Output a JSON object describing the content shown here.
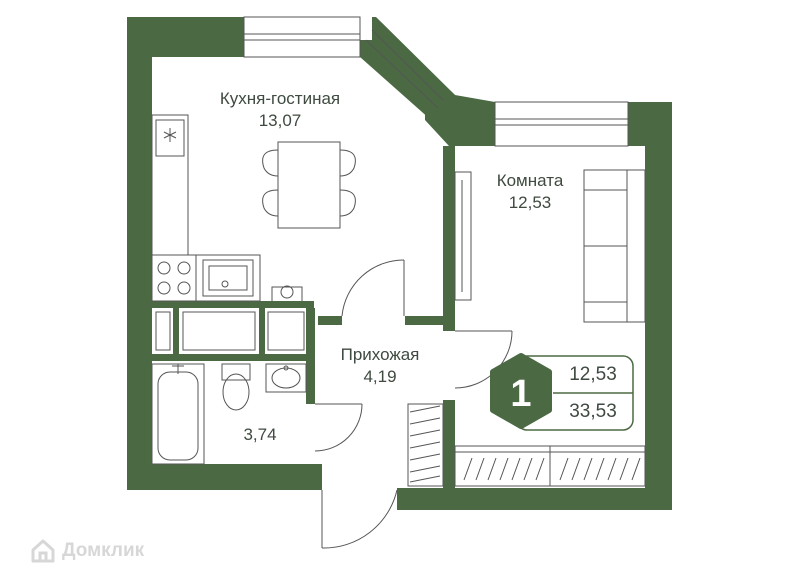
{
  "rooms": {
    "kitchen": {
      "name": "Кухня-гостиная",
      "area": "13,07"
    },
    "room": {
      "name": "Комната",
      "area": "12,53"
    },
    "hall": {
      "name": "Прихожая",
      "area": "4,19"
    },
    "bath": {
      "area": "3,74"
    }
  },
  "badge": {
    "rooms_count": "1",
    "living_area": "12,53",
    "total_area": "33,53"
  },
  "watermark": {
    "text": "Домклик",
    "icon": "house-logo-icon"
  },
  "colors": {
    "wall": "#4b6a44",
    "line": "#555555",
    "background": "#ffffff",
    "watermark": "#d7d7d7"
  }
}
